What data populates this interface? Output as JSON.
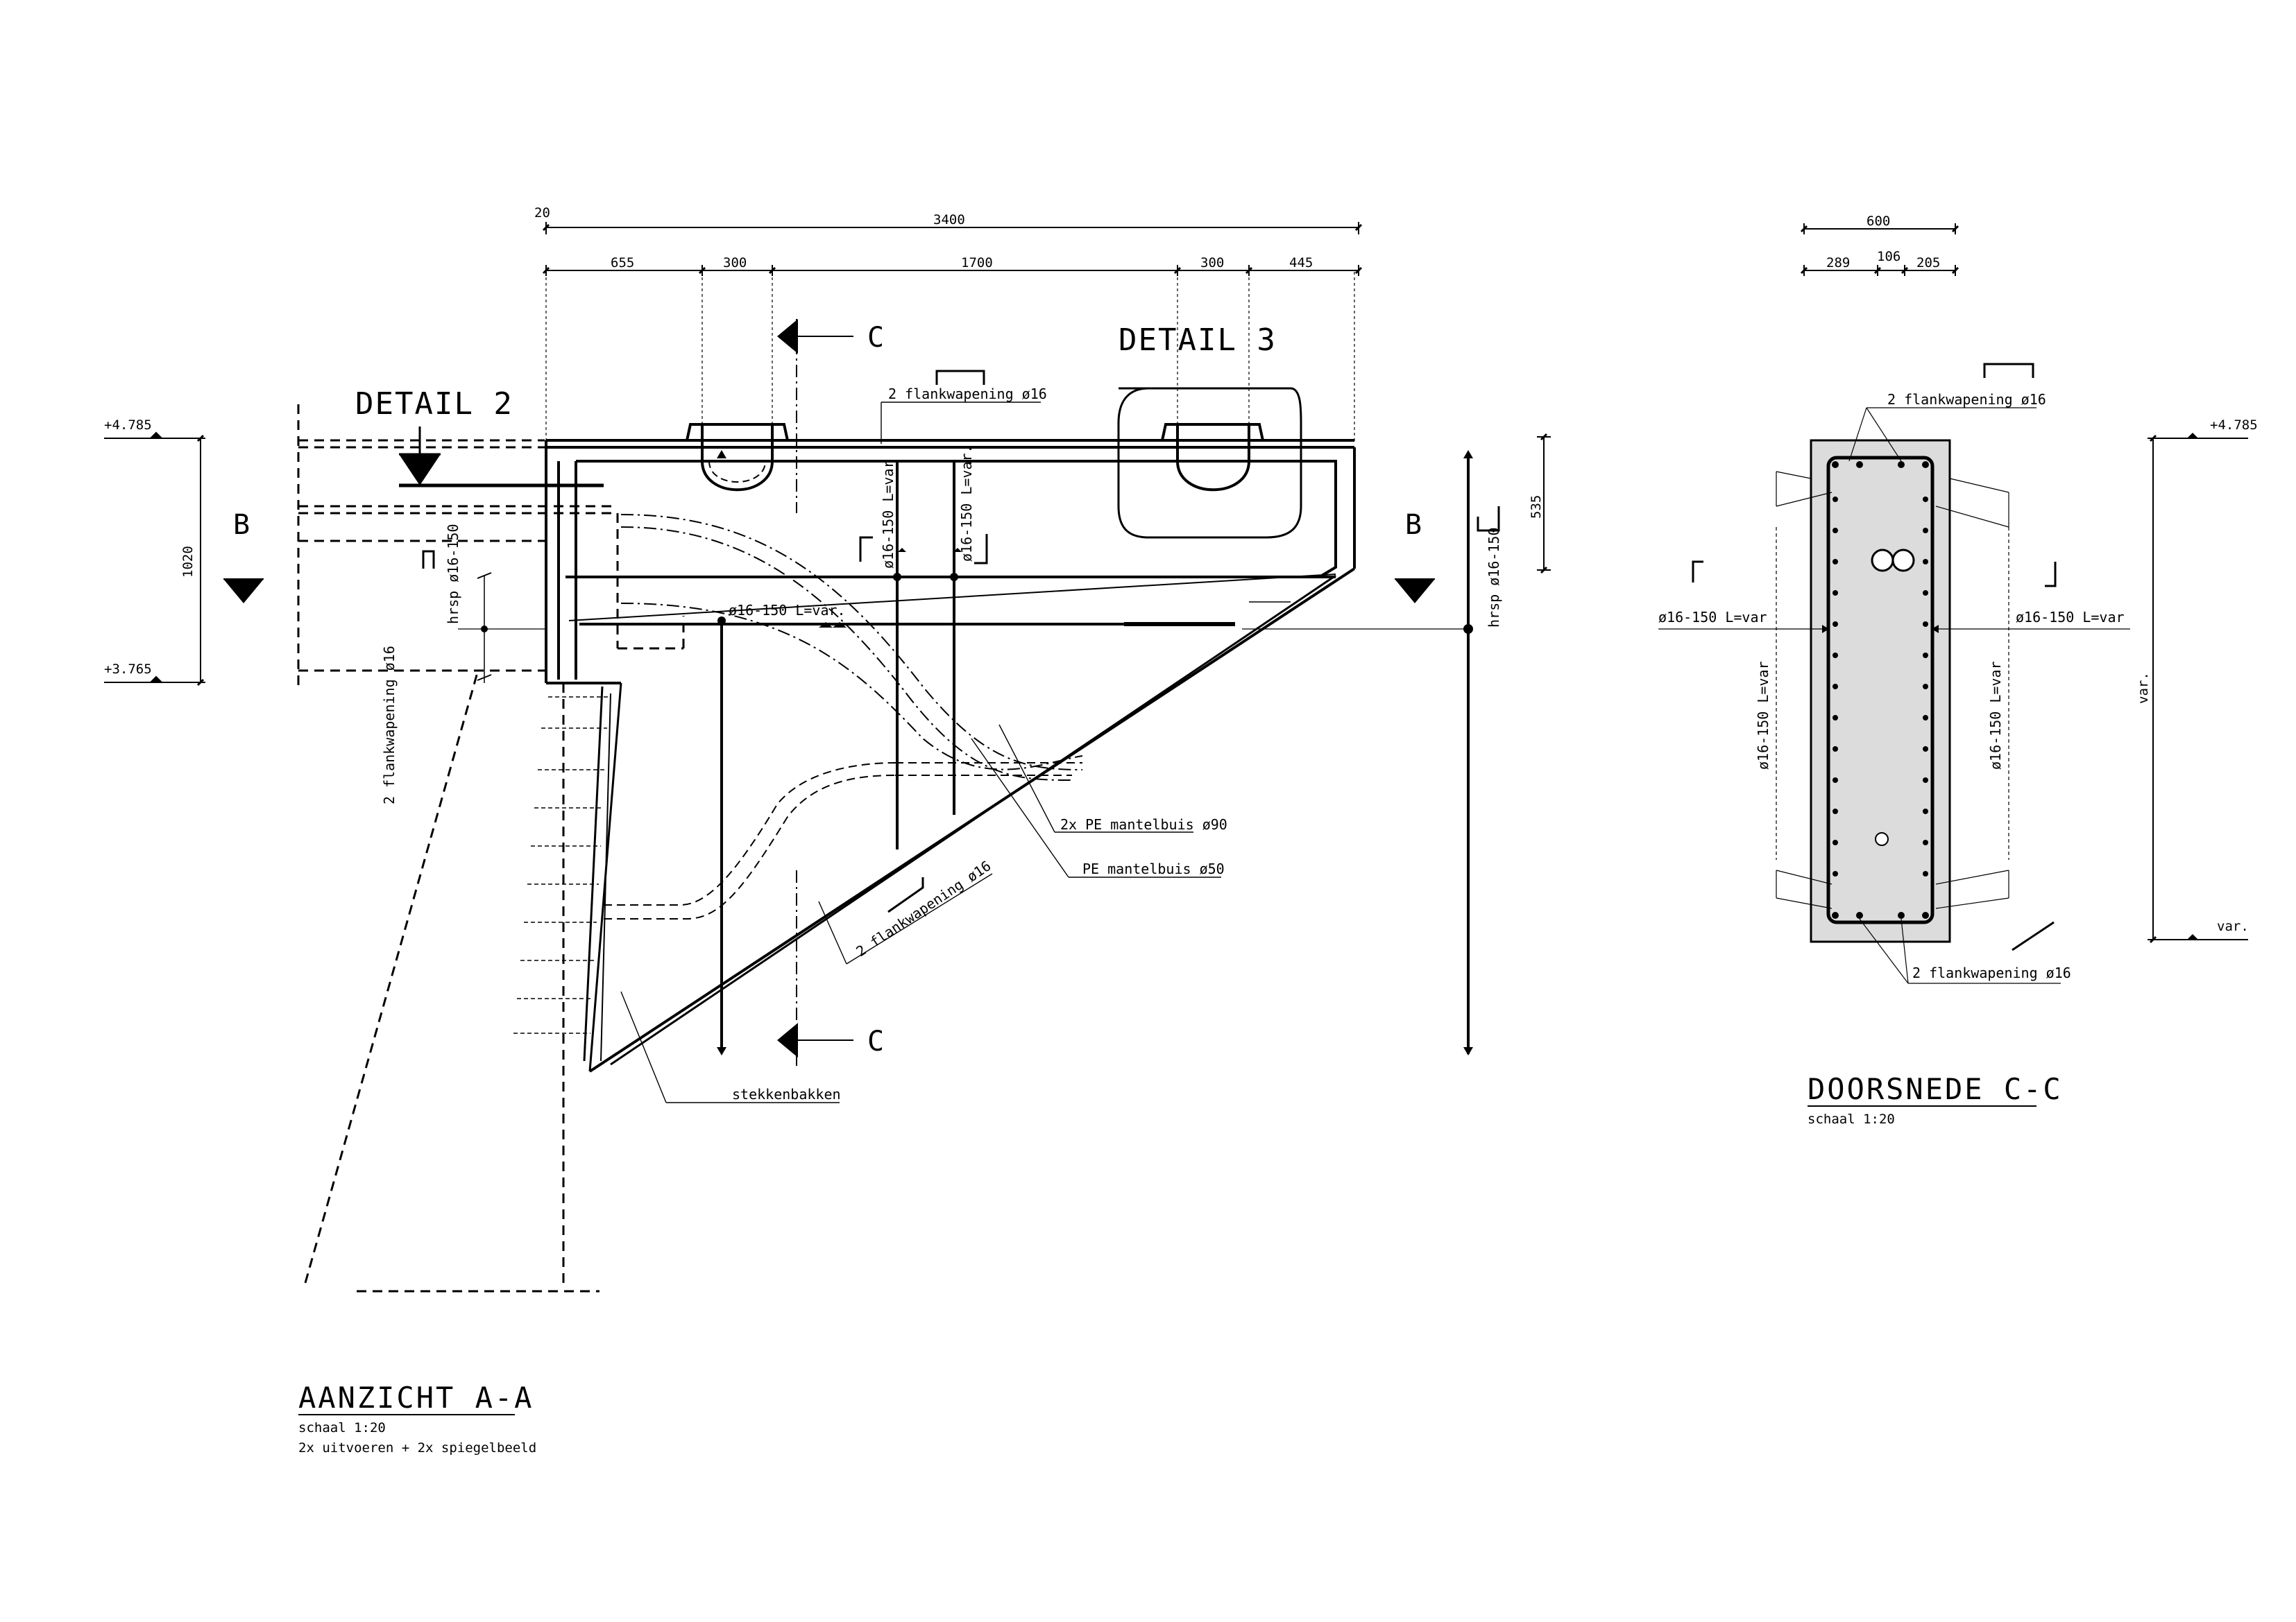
{
  "view_aa": {
    "title": "AANZICHT A-A",
    "scale": "schaal 1:20",
    "note": "2x uitvoeren + 2x spiegelbeeld",
    "detail2": "DETAIL 2",
    "detail3": "DETAIL 3",
    "section_b_left": "B",
    "section_b_right": "B",
    "section_c_top": "C",
    "section_c_bottom": "C",
    "level_top": "+4.785",
    "level_bottom": "+3.765",
    "height_dim": "1020",
    "dims": {
      "d20": "20",
      "total": "3400",
      "d655": "655",
      "d300a": "300",
      "d1700": "1700",
      "d300b": "300",
      "d445": "445",
      "d535": "535"
    },
    "labels": {
      "flank_top": "2 flankwapening ø16",
      "flank_left": "2 flankwapening ø16",
      "flank_diag": "2 flankwapening ø16",
      "hrsp_left": "hrsp ø16-150",
      "hrsp_right": "hrsp ø16-150",
      "bar_horiz": "ø16-150  L=var.",
      "bar_vert1": "ø16-150 L=var",
      "bar_vert2": "ø16-150 L=var.",
      "pe90": "2x PE mantelbuis ø90",
      "pe50": "PE mantelbuis ø50",
      "stekken": "stekkenbakken"
    }
  },
  "section_cc": {
    "title": "DOORSNEDE C-C",
    "scale": "schaal 1:20",
    "dim_total": "600",
    "dim_a": "289",
    "dim_b": "106",
    "dim_c": "205",
    "flank_top": "2 flankwapening ø16",
    "flank_bottom": "2 flankwapening ø16",
    "bar_left": "ø16-150  L=var",
    "bar_right": "ø16-150  L=var",
    "bar_vert_left": "ø16-150 L=var",
    "bar_vert_right": "ø16-150 L=var",
    "level_top": "+4.785",
    "level_var": "var.",
    "height_var": "var."
  }
}
